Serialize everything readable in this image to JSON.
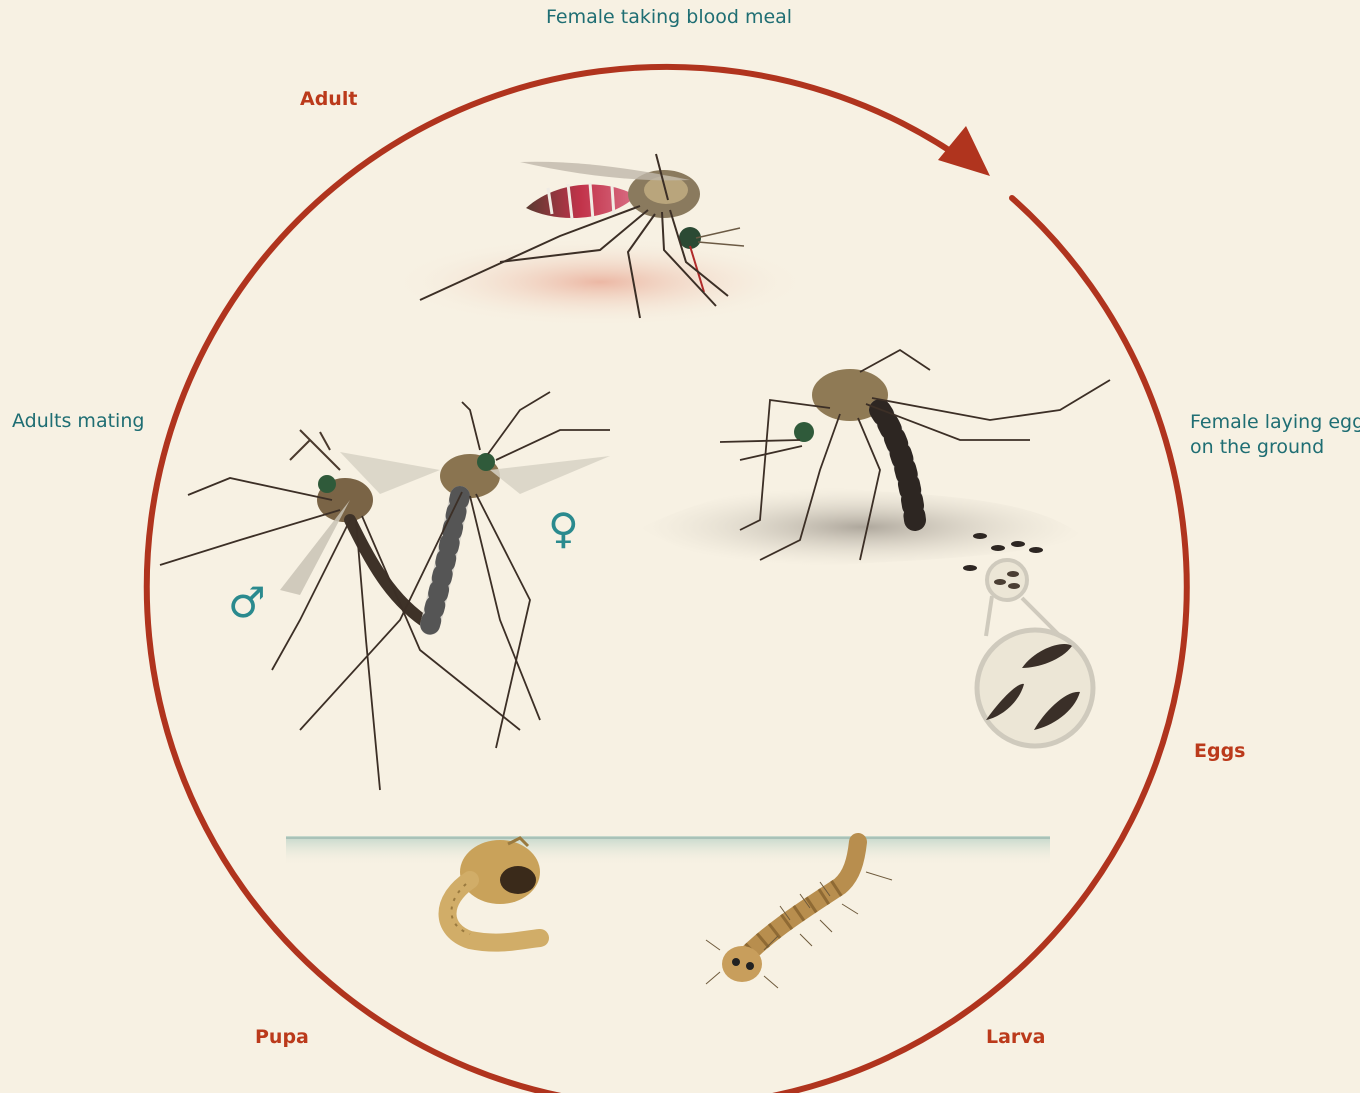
{
  "labels": {
    "top": "Female taking blood meal",
    "adult": "Adult",
    "mating": "Adults mating",
    "laying_line1": "Female laying eggs",
    "laying_line2": "on the ground",
    "eggs": "Eggs",
    "pupa": "Pupa",
    "larva": "Larva"
  },
  "symbols": {
    "male": "♂",
    "female": "♀"
  },
  "colors": {
    "cycle": "#b0341e",
    "caption": "#1f6e73",
    "stage": "#bb3a1b",
    "background": "#f7f1e3"
  }
}
